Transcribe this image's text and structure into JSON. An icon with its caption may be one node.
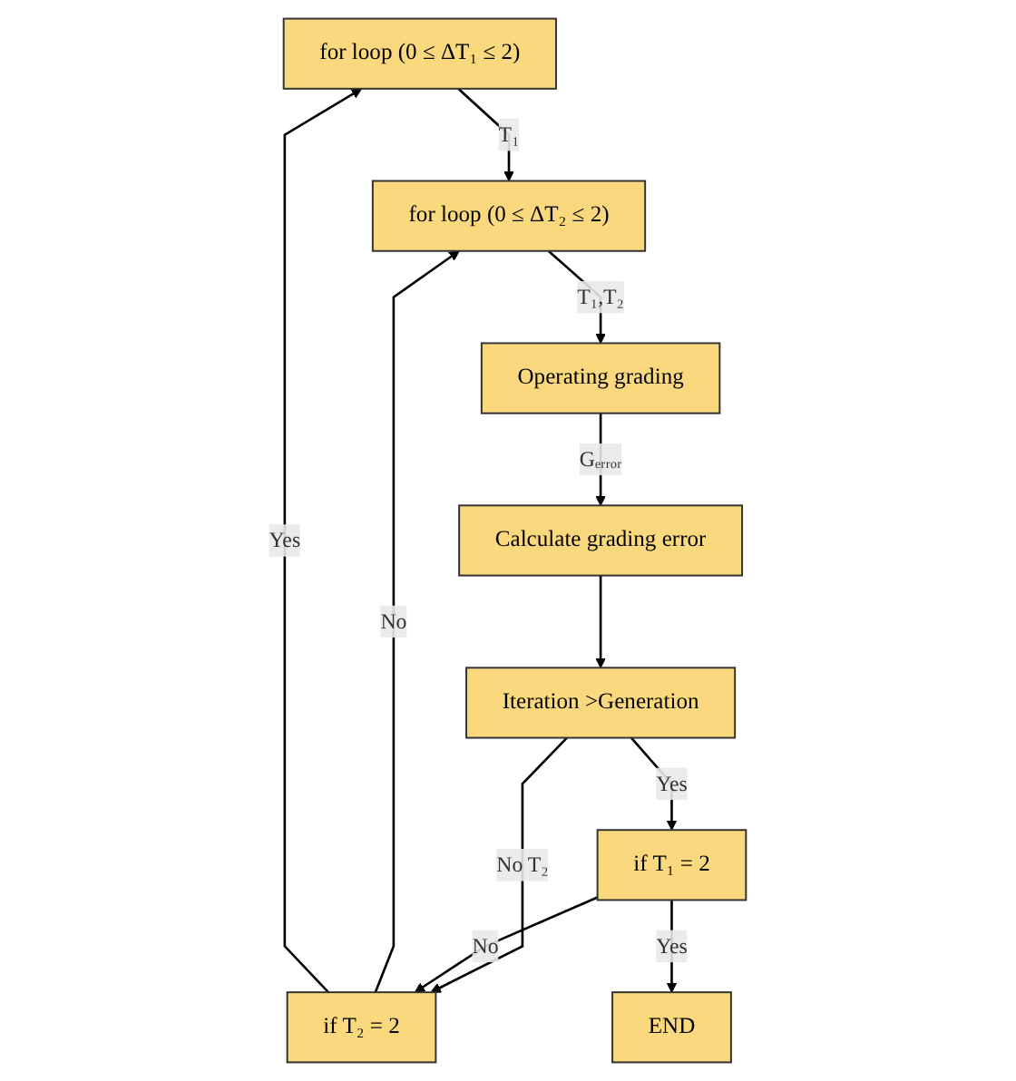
{
  "diagram": {
    "nodes": [
      {
        "text": [
          "for loop (0 ≤ ΔT₁ ≤ 2)"
        ]
      },
      {
        "text": [
          "for loop (0 ≤ ΔT₂ ≤ 2)"
        ]
      },
      {
        "text": [
          "Operating grading"
        ]
      },
      {
        "text": [
          "Calculate grading error"
        ]
      },
      {
        "text": [
          "Iteration >Generation"
        ]
      },
      {
        "text": [
          "if T₂ = 2"
        ]
      },
      {
        "text": [
          "if T₁ = 2"
        ]
      },
      {
        "text": [
          "END"
        ]
      }
    ],
    "edges": [
      {
        "from": 0,
        "to": 1,
        "arrow": "to",
        "label": "T₁"
      },
      {
        "from": 1,
        "to": 2,
        "arrow": "to",
        "label": "T₁,T₂"
      },
      {
        "from": 2,
        "to": 3,
        "arrow": "to",
        "label": "Gₑᵣᵣₒᵣ"
      },
      {
        "from": 3,
        "to": 4,
        "arrow": "to"
      },
      {
        "from": 4,
        "to": 5,
        "arrow": "to",
        "label": "No T₂"
      },
      {
        "from": 5,
        "to": 1,
        "arrow": "to",
        "label": "No"
      },
      {
        "from": 5,
        "to": 0,
        "arrow": "to",
        "label": "Yes"
      },
      {
        "from": 4,
        "to": 6,
        "arrow": "to",
        "label": "Yes"
      },
      {
        "from": 6,
        "to": 5,
        "arrow": "to",
        "label": "No"
      },
      {
        "from": 6,
        "to": 7,
        "arrow": "to",
        "label": "Yes"
      }
    ]
  }
}
